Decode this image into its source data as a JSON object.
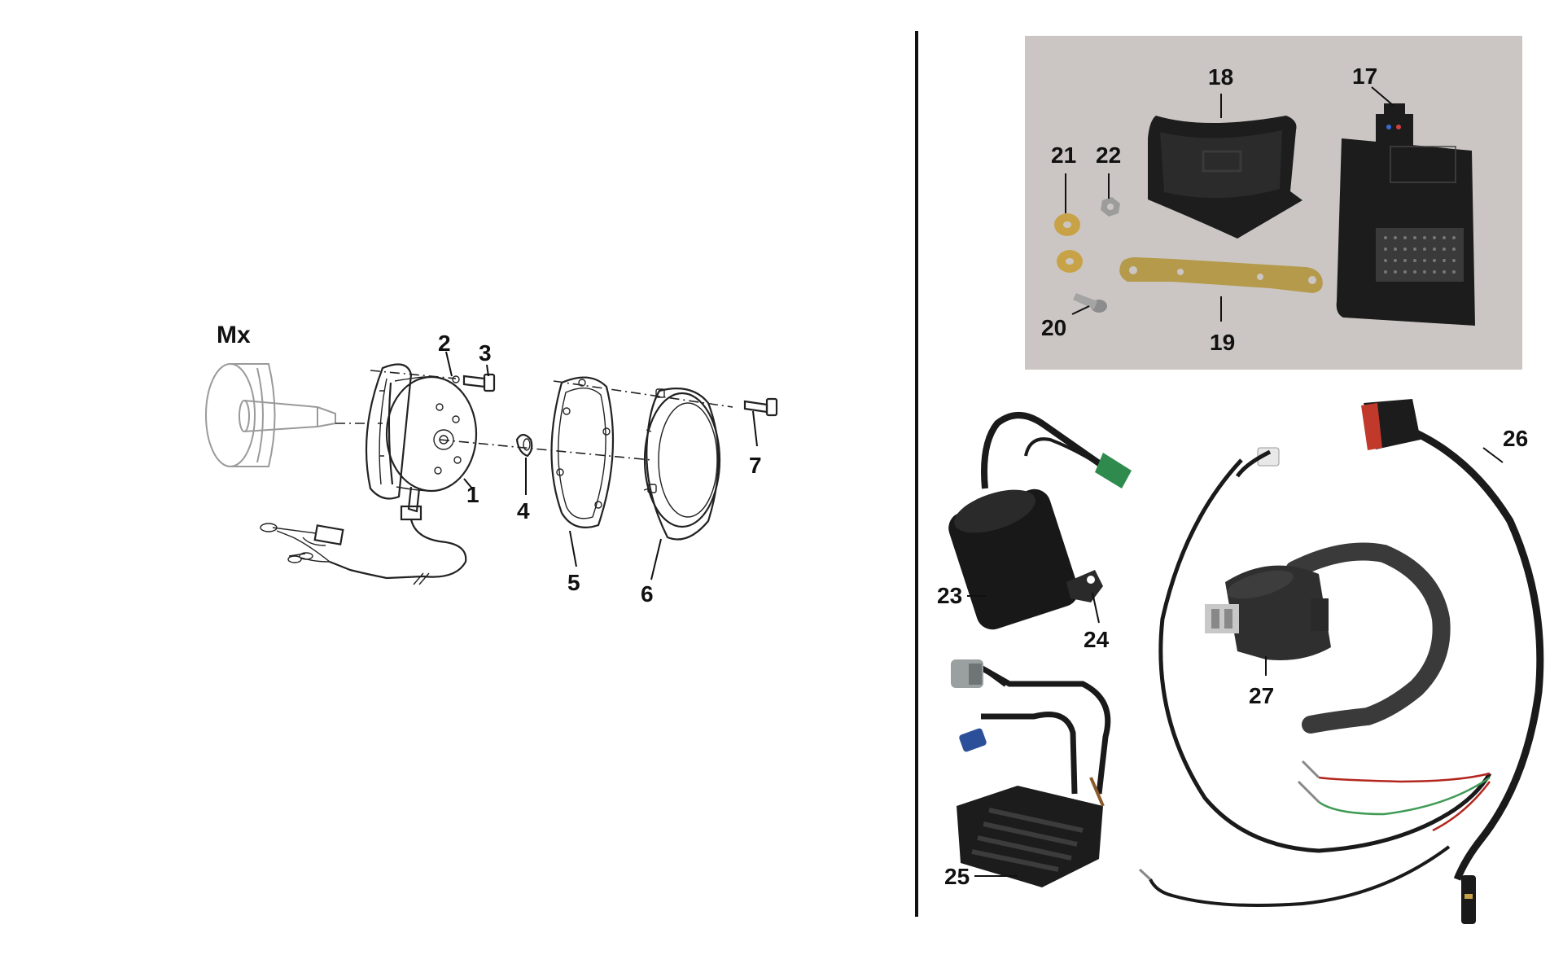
{
  "diagram": {
    "assembly_label": "Mx",
    "callouts": {
      "c1": "1",
      "c2": "2",
      "c3": "3",
      "c4": "4",
      "c5": "5",
      "c6": "6",
      "c7": "7",
      "c17": "17",
      "c18": "18",
      "c19": "19",
      "c20": "20",
      "c21": "21",
      "c22": "22",
      "c23": "23",
      "c24": "24",
      "c25": "25",
      "c26": "26",
      "c27": "27"
    },
    "colors": {
      "photo_background": "#cbc6c3",
      "plastic_black": "#1c1c1c",
      "brass_washer": "#c8a246",
      "connector_green": "#2f8a4e",
      "connector_blue": "#2c4f9a",
      "connector_red": "#c0392b",
      "connector_grey": "#9aa0a0",
      "wire_red": "#b3261e",
      "wire_green": "#3e9a54"
    }
  }
}
